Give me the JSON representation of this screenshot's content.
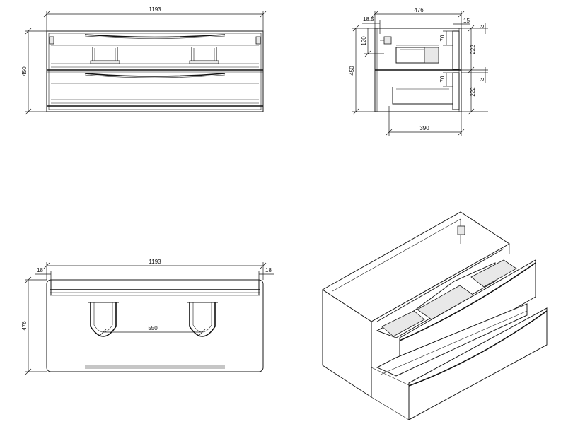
{
  "views": {
    "front": {
      "width": "1193",
      "height": "450"
    },
    "side": {
      "depth": "476",
      "top_offset": "18.5",
      "slot_top": "15",
      "gap_right_top": "3",
      "gap_right_mid": "3",
      "upper_recess": "120",
      "drawer_slot_upper": "70",
      "drawer_slot_lower": "70",
      "upper_drawer_height": "222",
      "lower_drawer_height": "222",
      "height": "450",
      "bottom_depth": "390"
    },
    "top": {
      "width": "1193",
      "panel_left": "18",
      "panel_right": "18",
      "cutout_spacing": "550",
      "depth": "476"
    }
  }
}
